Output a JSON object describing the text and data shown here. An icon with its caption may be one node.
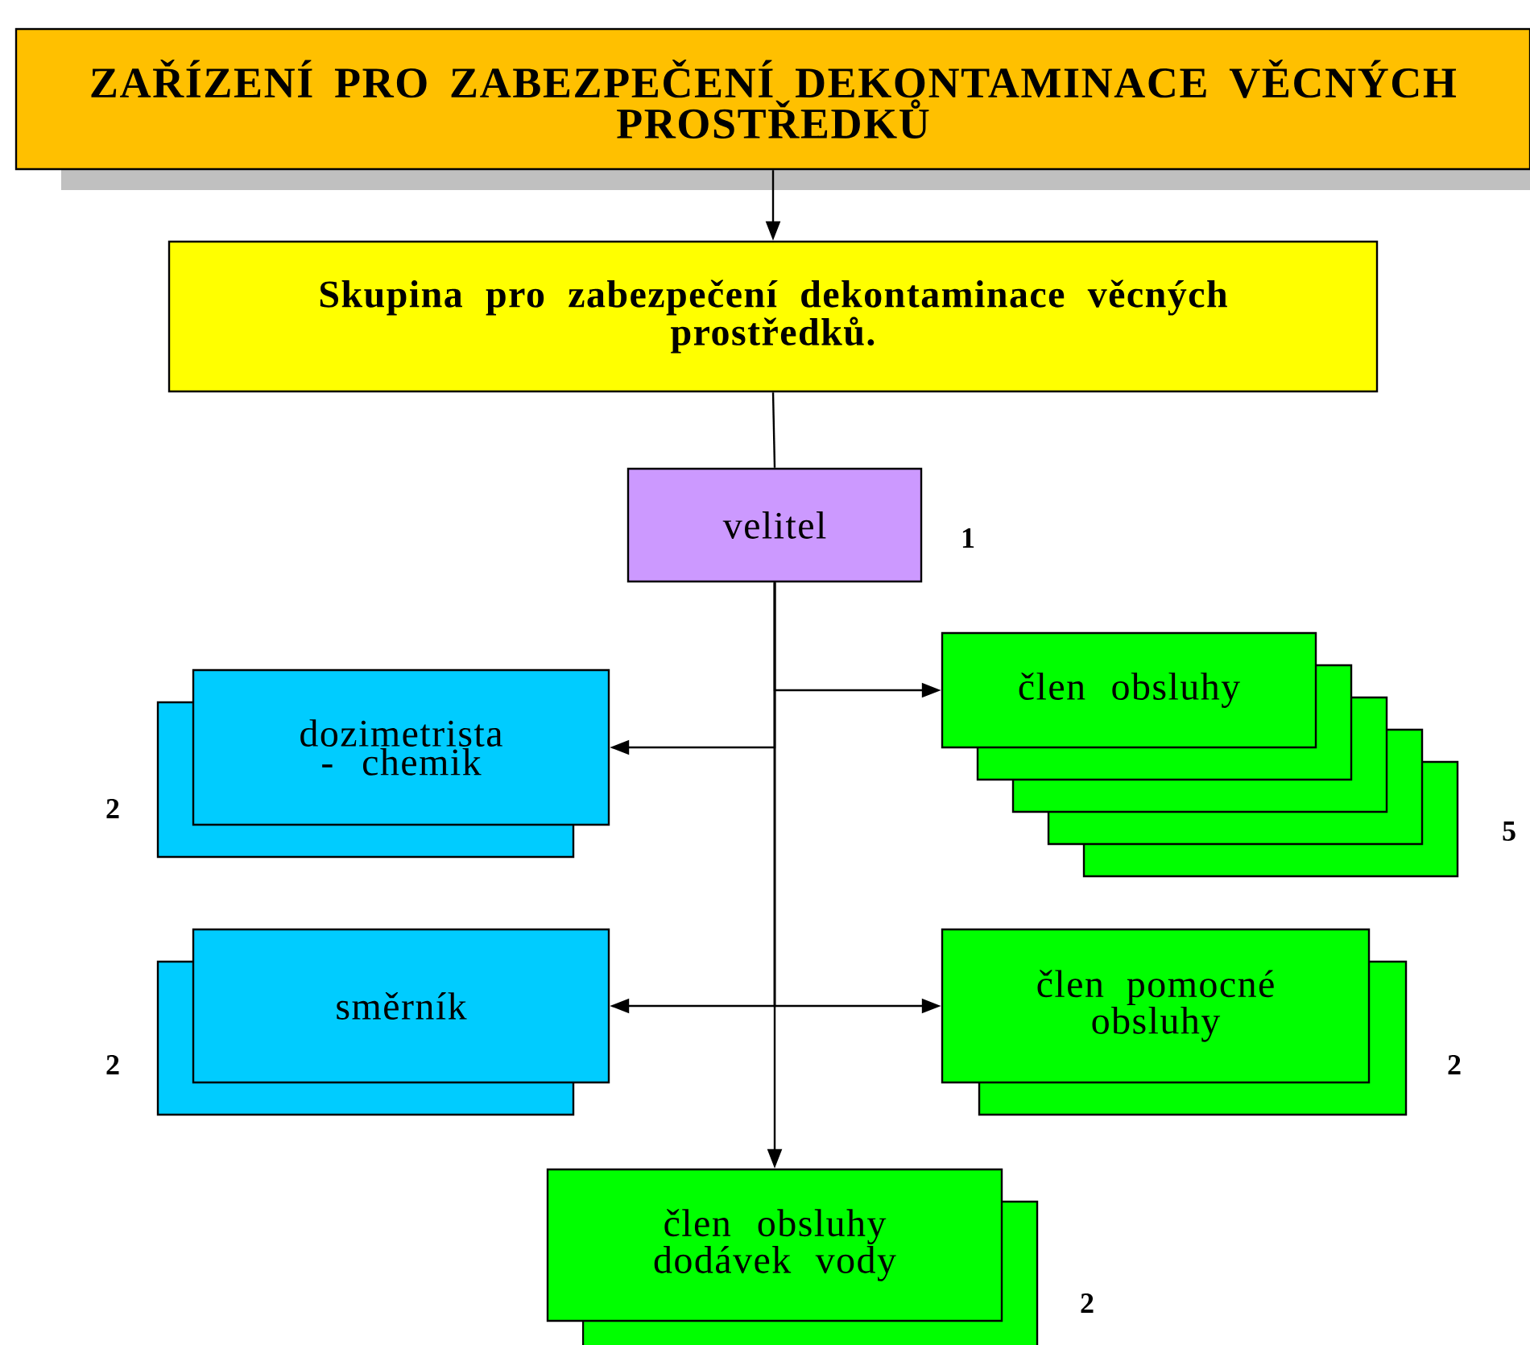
{
  "diagram": {
    "nodes": [
      {
        "text": [
          "ZAŘÍZENÍ PRO ZABEZPEČENÍ DEKONTAMINACE VĚCNÝCH PROSTŘEDKŮ"
        ]
      },
      {
        "text": [
          "Skupina pro zabezpečení dekontaminace věcných prostředků."
        ]
      },
      {
        "text": [
          "velitel"
        ],
        "beside": [
          "1"
        ]
      },
      {
        "text": [
          "dozimetrista - chemik"
        ],
        "beside": [
          "2"
        ]
      },
      {
        "text": [
          "člen obsluhy"
        ],
        "beside": [
          "5"
        ]
      },
      {
        "text": [
          "směrník"
        ],
        "beside": [
          "2"
        ]
      },
      {
        "text": [
          "člen pomocné obsluhy"
        ],
        "beside": [
          "2"
        ]
      },
      {
        "text": [
          "člen obsluhy dodávek vody"
        ],
        "beside": [
          "2"
        ]
      }
    ],
    "edges": [
      {
        "from": 0,
        "to": 1,
        "arrow": "to"
      },
      {
        "from": 1,
        "to": 2,
        "arrow": "none"
      },
      {
        "from": 2,
        "to": 3,
        "arrow": "to"
      },
      {
        "from": 2,
        "to": 4,
        "arrow": "to"
      },
      {
        "from": 2,
        "to": 5,
        "arrow": "to"
      },
      {
        "from": 2,
        "to": 6,
        "arrow": "to"
      },
      {
        "from": 2,
        "to": 7,
        "arrow": "to"
      }
    ]
  }
}
